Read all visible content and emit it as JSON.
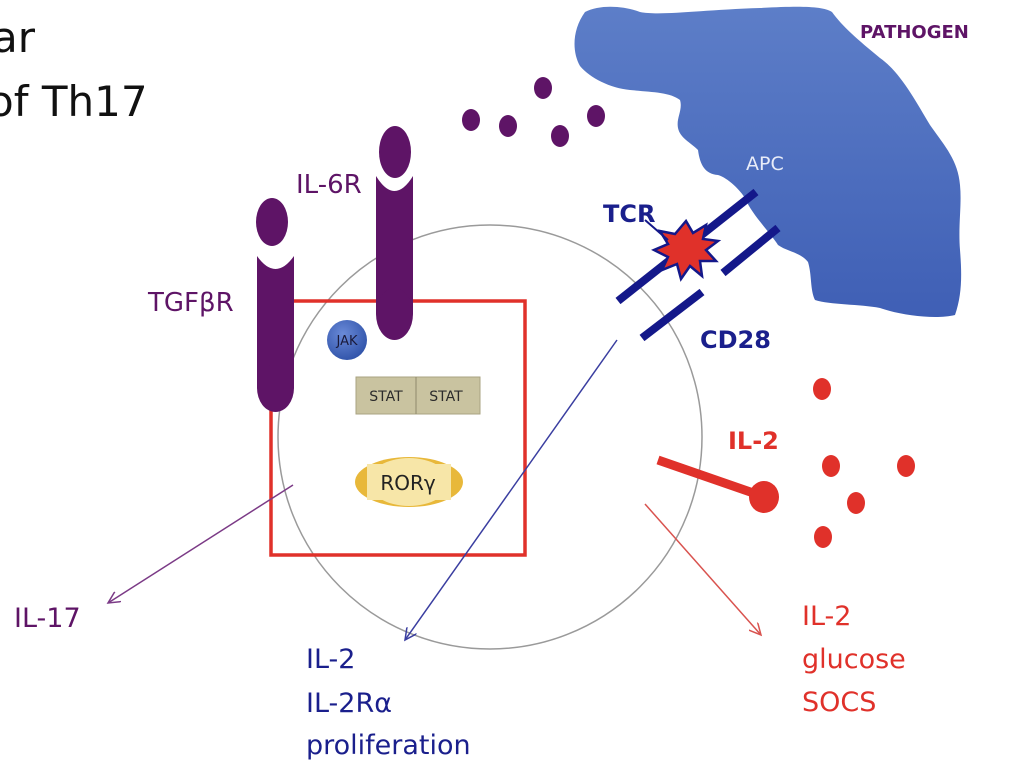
{
  "slide": {
    "title_line1": "ar",
    "title_line2": "of Th17"
  },
  "labels": {
    "pathogen": "PATHOGEN",
    "apc": "APC",
    "tcr": "TCR",
    "cd28": "CD28",
    "il6r": "IL-6R",
    "tgfbr": "TGFβR",
    "jak": "JAK",
    "stat_left": "STAT",
    "stat_right": "STAT",
    "rorg": "RORγ",
    "il2_receptor": "IL-2"
  },
  "outputs": {
    "il17": "IL-17",
    "tcr_outputs": [
      "IL-2",
      "IL-2Rα",
      "proliferation"
    ],
    "il2_outputs": [
      "IL-2",
      "glucose",
      "SOCS"
    ]
  },
  "colors": {
    "purple": "#5e1466",
    "navy": "#14188a",
    "red": "#e0312a",
    "apc_blue": "#4f6fbf",
    "jak_blue": "#3d62b8",
    "stat_fill": "#c9c3a0",
    "ror_fill": "#f7e6a8",
    "ror_edge": "#e8b83a",
    "cell_outline": "#9a9a9a"
  }
}
